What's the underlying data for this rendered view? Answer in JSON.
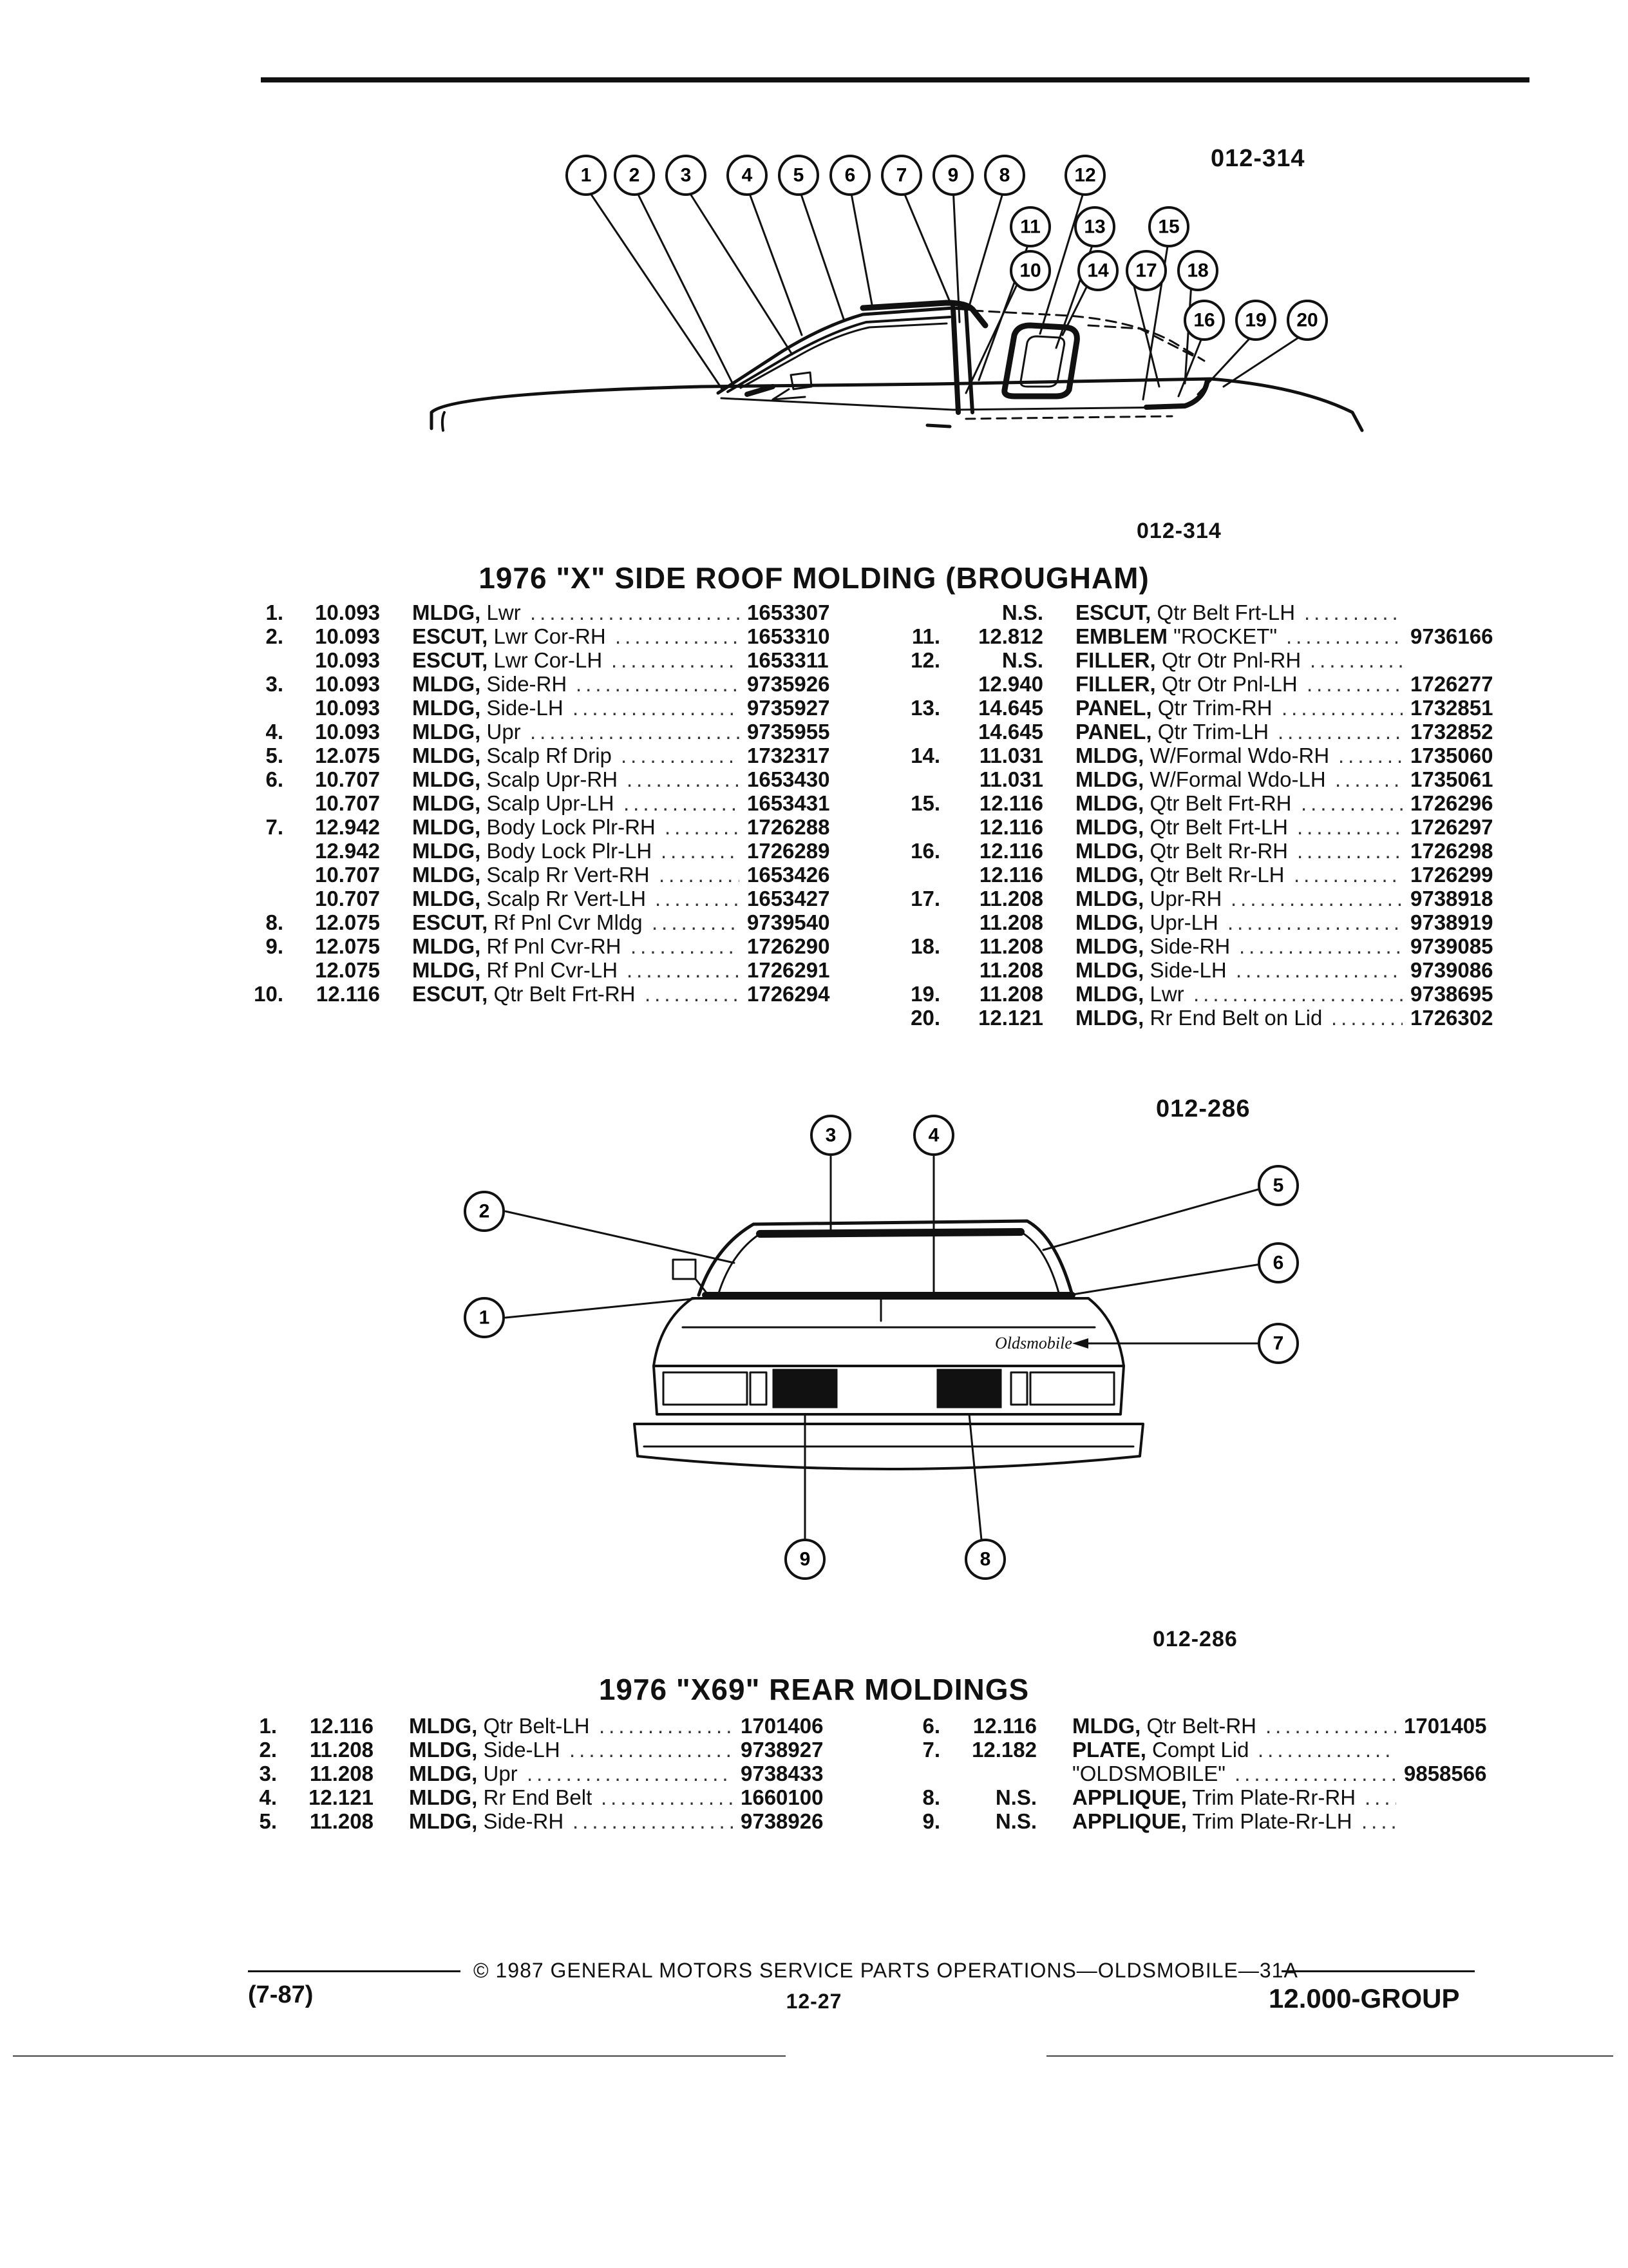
{
  "figure1": {
    "code_top": "012-314",
    "code_bottom": "012-314",
    "callouts": [
      "1",
      "2",
      "3",
      "4",
      "5",
      "6",
      "7",
      "9",
      "8",
      "12",
      "11",
      "13",
      "15",
      "10",
      "14",
      "17",
      "18",
      "16",
      "19",
      "20"
    ]
  },
  "section1": {
    "title": "1976 \"X\" SIDE ROOF MOLDING (BROUGHAM)",
    "left": [
      {
        "num": "1.",
        "grp": "10.093",
        "desc": "MLDG,",
        "rest": " Lwr",
        "pn": "1653307"
      },
      {
        "num": "2.",
        "grp": "10.093",
        "desc": "ESCUT,",
        "rest": " Lwr Cor-RH",
        "pn": "1653310"
      },
      {
        "num": "",
        "grp": "10.093",
        "desc": "ESCUT,",
        "rest": " Lwr Cor-LH",
        "pn": "1653311"
      },
      {
        "num": "3.",
        "grp": "10.093",
        "desc": "MLDG,",
        "rest": " Side-RH",
        "pn": "9735926"
      },
      {
        "num": "",
        "grp": "10.093",
        "desc": "MLDG,",
        "rest": " Side-LH",
        "pn": "9735927"
      },
      {
        "num": "4.",
        "grp": "10.093",
        "desc": "MLDG,",
        "rest": " Upr",
        "pn": "9735955"
      },
      {
        "num": "5.",
        "grp": "12.075",
        "desc": "MLDG,",
        "rest": " Scalp Rf Drip",
        "pn": "1732317"
      },
      {
        "num": "6.",
        "grp": "10.707",
        "desc": "MLDG,",
        "rest": " Scalp Upr-RH",
        "pn": "1653430"
      },
      {
        "num": "",
        "grp": "10.707",
        "desc": "MLDG,",
        "rest": " Scalp Upr-LH",
        "pn": "1653431"
      },
      {
        "num": "7.",
        "grp": "12.942",
        "desc": "MLDG,",
        "rest": " Body Lock Plr-RH",
        "pn": "1726288"
      },
      {
        "num": "",
        "grp": "12.942",
        "desc": "MLDG,",
        "rest": " Body Lock Plr-LH",
        "pn": "1726289"
      },
      {
        "num": "",
        "grp": "10.707",
        "desc": "MLDG,",
        "rest": " Scalp Rr Vert-RH",
        "pn": "1653426"
      },
      {
        "num": "",
        "grp": "10.707",
        "desc": "MLDG,",
        "rest": " Scalp Rr Vert-LH",
        "pn": "1653427"
      },
      {
        "num": "8.",
        "grp": "12.075",
        "desc": "ESCUT,",
        "rest": " Rf Pnl Cvr Mldg",
        "pn": "9739540"
      },
      {
        "num": "9.",
        "grp": "12.075",
        "desc": "MLDG,",
        "rest": " Rf Pnl Cvr-RH",
        "pn": "1726290"
      },
      {
        "num": "",
        "grp": "12.075",
        "desc": "MLDG,",
        "rest": " Rf Pnl Cvr-LH",
        "pn": "1726291"
      },
      {
        "num": "10.",
        "grp": "12.116",
        "desc": "ESCUT,",
        "rest": " Qtr Belt Frt-RH",
        "pn": "1726294"
      }
    ],
    "right": [
      {
        "num": "",
        "grp": "N.S.",
        "desc": "ESCUT,",
        "rest": " Qtr Belt Frt-LH",
        "pn": ""
      },
      {
        "num": "11.",
        "grp": "12.812",
        "desc": "EMBLEM",
        "rest": " \"ROCKET\"",
        "pn": "9736166"
      },
      {
        "num": "12.",
        "grp": "N.S.",
        "desc": "FILLER,",
        "rest": " Qtr Otr Pnl-RH",
        "pn": ""
      },
      {
        "num": "",
        "grp": "12.940",
        "desc": "FILLER,",
        "rest": " Qtr Otr Pnl-LH",
        "pn": "1726277"
      },
      {
        "num": "13.",
        "grp": "14.645",
        "desc": "PANEL,",
        "rest": " Qtr Trim-RH",
        "pn": "1732851"
      },
      {
        "num": "",
        "grp": "14.645",
        "desc": "PANEL,",
        "rest": " Qtr Trim-LH",
        "pn": "1732852"
      },
      {
        "num": "14.",
        "grp": "11.031",
        "desc": "MLDG,",
        "rest": " W/Formal Wdo-RH",
        "pn": "1735060"
      },
      {
        "num": "",
        "grp": "11.031",
        "desc": "MLDG,",
        "rest": " W/Formal Wdo-LH",
        "pn": "1735061"
      },
      {
        "num": "15.",
        "grp": "12.116",
        "desc": "MLDG,",
        "rest": " Qtr Belt Frt-RH",
        "pn": "1726296"
      },
      {
        "num": "",
        "grp": "12.116",
        "desc": "MLDG,",
        "rest": " Qtr Belt Frt-LH",
        "pn": "1726297"
      },
      {
        "num": "16.",
        "grp": "12.116",
        "desc": "MLDG,",
        "rest": " Qtr Belt Rr-RH",
        "pn": "1726298"
      },
      {
        "num": "",
        "grp": "12.116",
        "desc": "MLDG,",
        "rest": " Qtr Belt Rr-LH",
        "pn": "1726299"
      },
      {
        "num": "17.",
        "grp": "11.208",
        "desc": "MLDG,",
        "rest": " Upr-RH",
        "pn": "9738918"
      },
      {
        "num": "",
        "grp": "11.208",
        "desc": "MLDG,",
        "rest": " Upr-LH",
        "pn": "9738919"
      },
      {
        "num": "18.",
        "grp": "11.208",
        "desc": "MLDG,",
        "rest": " Side-RH",
        "pn": "9739085"
      },
      {
        "num": "",
        "grp": "11.208",
        "desc": "MLDG,",
        "rest": " Side-LH",
        "pn": "9739086"
      },
      {
        "num": "19.",
        "grp": "11.208",
        "desc": "MLDG,",
        "rest": " Lwr",
        "pn": "9738695"
      },
      {
        "num": "20.",
        "grp": "12.121",
        "desc": "MLDG,",
        "rest": " Rr End Belt on Lid",
        "pn": "1726302"
      }
    ]
  },
  "figure2": {
    "code_top": "012-286",
    "code_bottom": "012-286",
    "callouts": [
      "3",
      "4",
      "2",
      "5",
      "6",
      "1",
      "7",
      "9",
      "8"
    ],
    "emblem_script": "Oldsmobile"
  },
  "section2": {
    "title": "1976 \"X69\" REAR MOLDINGS",
    "left": [
      {
        "num": "1.",
        "grp": "12.116",
        "desc": "MLDG,",
        "rest": " Qtr Belt-LH",
        "pn": "1701406"
      },
      {
        "num": "2.",
        "grp": "11.208",
        "desc": "MLDG,",
        "rest": " Side-LH",
        "pn": "9738927"
      },
      {
        "num": "3.",
        "grp": "11.208",
        "desc": "MLDG,",
        "rest": " Upr",
        "pn": "9738433"
      },
      {
        "num": "4.",
        "grp": "12.121",
        "desc": "MLDG,",
        "rest": " Rr End Belt",
        "pn": "1660100"
      },
      {
        "num": "5.",
        "grp": "11.208",
        "desc": "MLDG,",
        "rest": " Side-RH",
        "pn": "9738926"
      }
    ],
    "right": [
      {
        "num": "6.",
        "grp": "12.116",
        "desc": "MLDG,",
        "rest": " Qtr Belt-RH",
        "pn": "1701405"
      },
      {
        "num": "7.",
        "grp": "12.182",
        "desc": "PLATE,",
        "rest": " Compt Lid",
        "pn": ""
      },
      {
        "num": "",
        "grp": "",
        "desc": "",
        "rest": "\"OLDSMOBILE\"",
        "pn": "9858566"
      },
      {
        "num": "8.",
        "grp": "N.S.",
        "desc": "APPLIQUE,",
        "rest": " Trim Plate-Rr-RH",
        "pn": ""
      },
      {
        "num": "9.",
        "grp": "N.S.",
        "desc": "APPLIQUE,",
        "rest": " Trim Plate-Rr-LH",
        "pn": ""
      }
    ]
  },
  "footer": {
    "copyright": "© 1987 GENERAL MOTORS SERVICE PARTS OPERATIONS—OLDSMOBILE—31A",
    "page": "12-27",
    "date": "(7-87)",
    "group": "12.000-GROUP"
  }
}
